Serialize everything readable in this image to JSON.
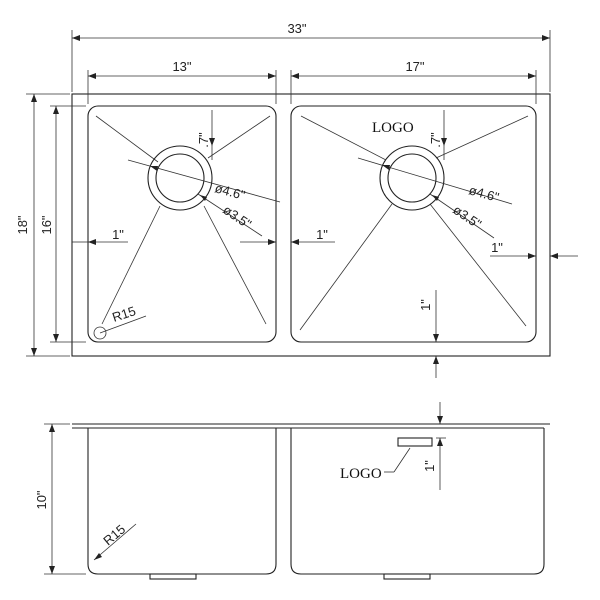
{
  "top_view": {
    "overall_width": "33\"",
    "left_bowl_width": "13\"",
    "right_bowl_width": "17\"",
    "overall_depth": "18\"",
    "bowl_depth": "16\"",
    "left_drain_offset": ".7\"",
    "right_drain_offset": ".7\"",
    "left_drain_outer": "ø4.6\"",
    "left_drain_inner": "ø3.5\"",
    "right_drain_outer": "ø4.6\"",
    "right_drain_inner": "ø3.5\"",
    "left_rim": "1\"",
    "center_rim": "1\"",
    "right_rim": "1\"",
    "bottom_rim": "1\"",
    "corner_radius": "R15",
    "logo": "LOGO"
  },
  "side_view": {
    "height": "10\"",
    "corner_radius": "R15",
    "logo": "LOGO",
    "logo_offset": "1\""
  }
}
